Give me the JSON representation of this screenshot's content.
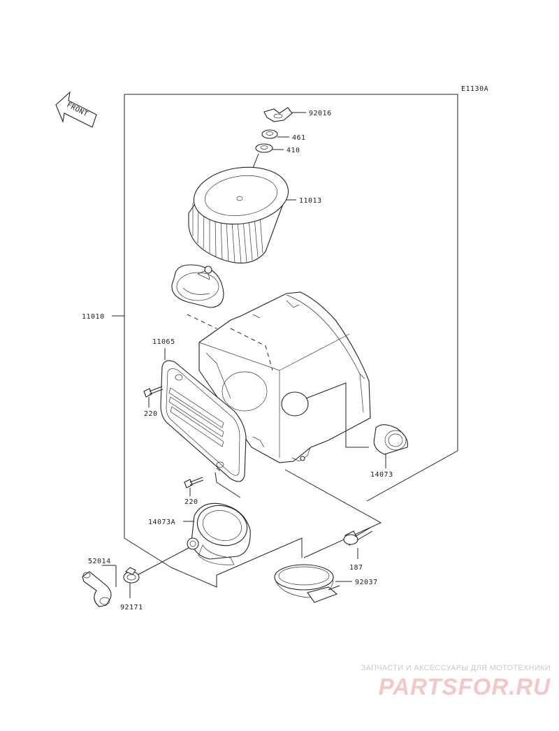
{
  "diagram": {
    "code": "E1130A",
    "front_label": "FRONT",
    "parts": {
      "p92016": "92016",
      "p461": "461",
      "p410": "410",
      "p11013": "11013",
      "p11010": "11010",
      "p11065": "11065",
      "p220a": "220",
      "p220b": "220",
      "p14073": "14073",
      "p14073A": "14073A",
      "p187": "187",
      "p52014": "52014",
      "p92171": "92171",
      "p92037": "92037"
    }
  },
  "watermark": {
    "tagline": "ЗАПЧАСТИ И АКСЕССУАРЫ ДЛЯ МОТОТЕХНИКИ",
    "logo": "PARTSFOR.RU"
  }
}
